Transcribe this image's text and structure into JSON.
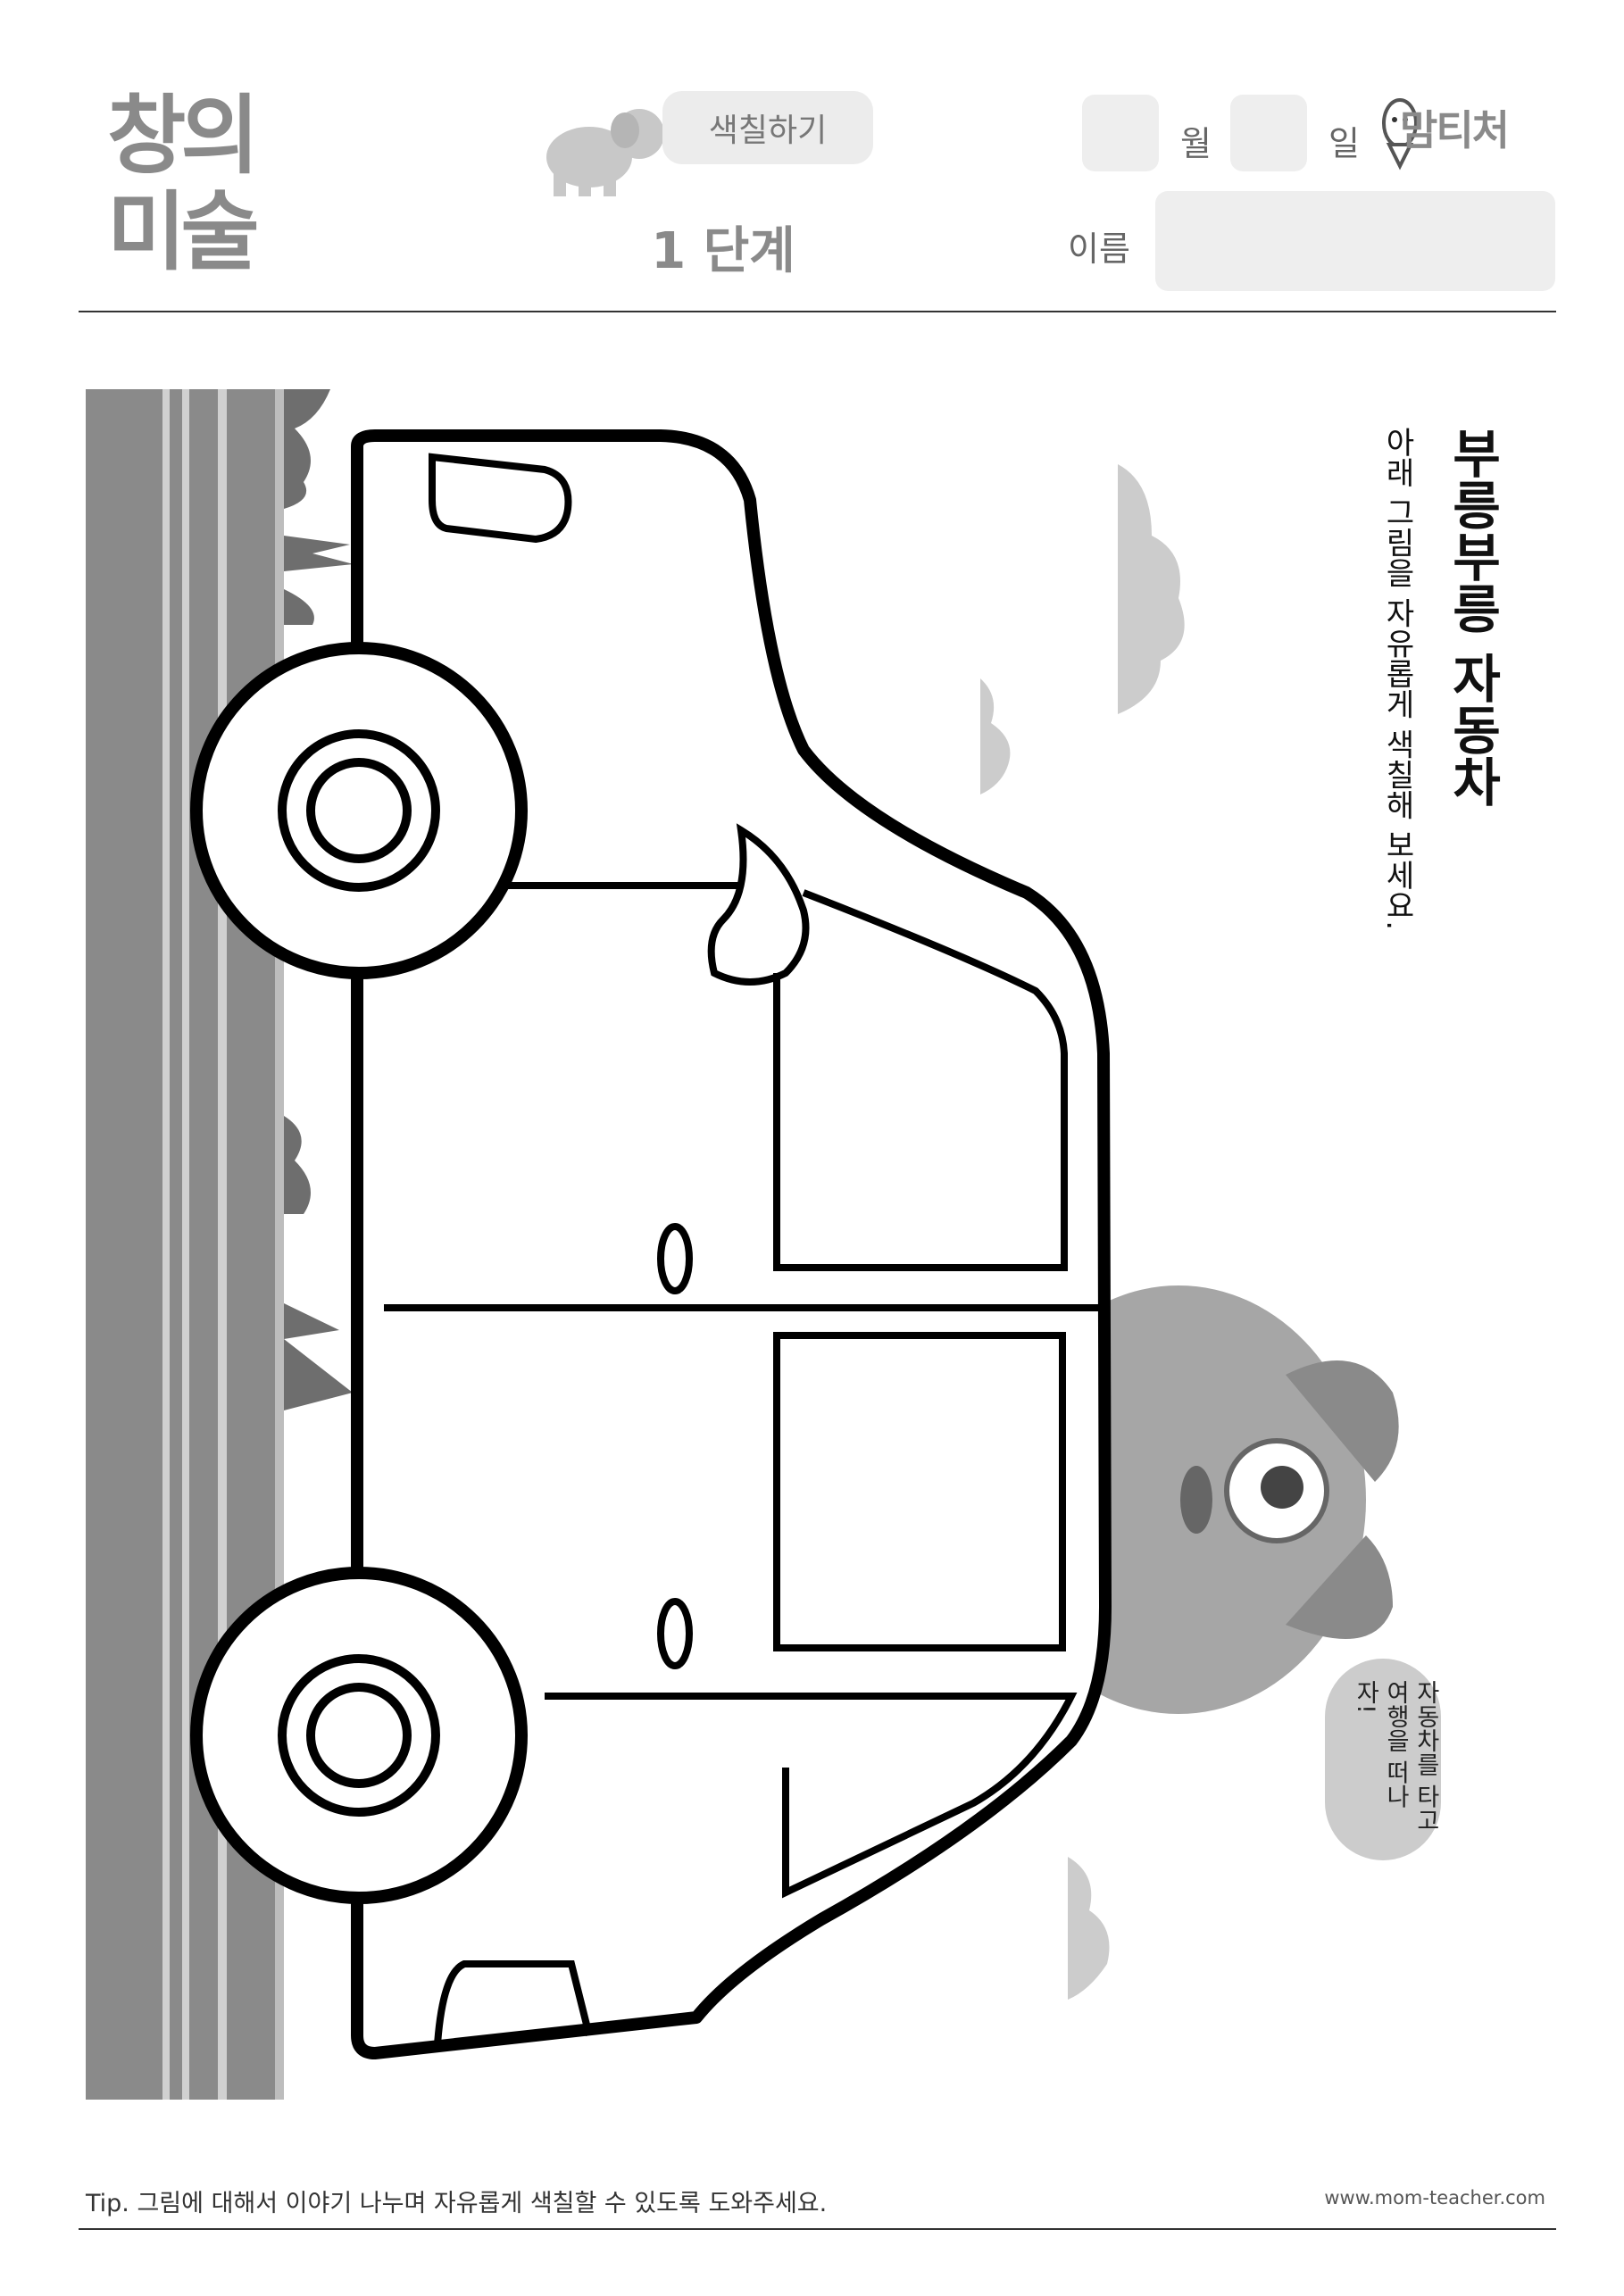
{
  "header": {
    "logo_line1": "창의",
    "logo_line2": "미술",
    "activity_label": "색칠하기",
    "level_label": "1 단계",
    "month_label": "월",
    "day_label": "일",
    "name_label": "이름",
    "brand": "맘티처",
    "mascot_icon": "elephant-icon",
    "brand_icon": "pencil-mascot-icon"
  },
  "content": {
    "title": "부릉부릉 자동차",
    "instruction": "아래 그림을 자유롭게 색칠해 보세요.",
    "speech_bubble": "자동차를 타고 여행을 떠나자!",
    "illustration": "car-coloring-outline",
    "character_icon": "koala-icon"
  },
  "footer": {
    "tip": "Tip. 그림에 대해서 이야기 나누며 자유롭게 색칠할 수 있도록 도와주세요.",
    "url": "www.mom-teacher.com"
  },
  "colors": {
    "road_dark": "#8a8a8a",
    "road_light": "#bdbdbd",
    "bush": "#6e6e6e",
    "cloud": "#cccccc",
    "koala": "#9a9a9a"
  }
}
